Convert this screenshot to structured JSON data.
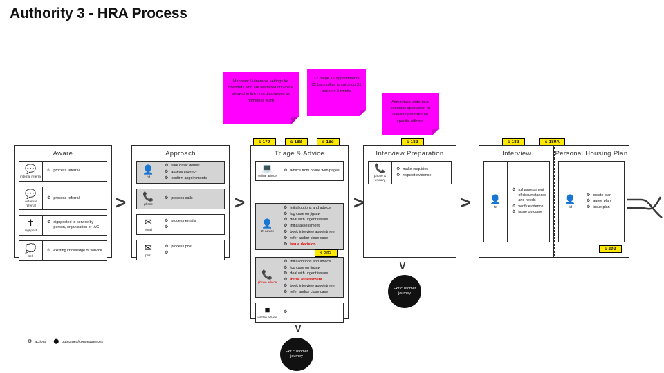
{
  "page": {
    "title": "Authority 3 - HRA Process"
  },
  "notes": [
    {
      "id": "mappa",
      "text": "Mappers: Vulnerable settings for offenders who are restricted on where allowed to live - not discharged by homeless team"
    },
    {
      "id": "triage-capacity",
      "text": "X2 triage X1 appointments X2 back office to catch up X1 admin + 3 weeks"
    },
    {
      "id": "admin",
      "text": "Admin task undertake compass application to alleviate pressure on specific officers"
    }
  ],
  "badges": [
    {
      "id": "s179",
      "label": "s 179"
    },
    {
      "id": "s188",
      "label": "s 188"
    },
    {
      "id": "s18d-triage",
      "label": "s 18d"
    },
    {
      "id": "s18d-prep",
      "label": "s 18d"
    },
    {
      "id": "s18d-interview",
      "label": "s 18d"
    },
    {
      "id": "s189a",
      "label": "s 189A"
    },
    {
      "id": "s202-triage",
      "label": "s 202"
    },
    {
      "id": "s202-php",
      "label": "s 202"
    }
  ],
  "stages": [
    {
      "id": "aware",
      "title": "Aware",
      "cards": [
        {
          "icon": "referral-icon",
          "caption": "internal referral",
          "shaded": false,
          "bullets": [
            {
              "text": "process referral",
              "red": false
            }
          ]
        },
        {
          "icon": "referral-icon",
          "caption": "external referral",
          "shaded": false,
          "bullets": [
            {
              "text": "process referral",
              "red": false
            }
          ]
        },
        {
          "icon": "signpost-icon",
          "caption": "signpost",
          "shaded": false,
          "bullets": [
            {
              "text": "signposted to service by person, organisation or IAG",
              "red": false
            }
          ]
        },
        {
          "icon": "self-icon",
          "caption": "self",
          "shaded": false,
          "bullets": [
            {
              "text": "existing knowledge of service",
              "red": false
            }
          ]
        }
      ]
    },
    {
      "id": "approach",
      "title": "Approach",
      "cards": [
        {
          "icon": "person-icon",
          "caption": "f2f",
          "shaded": true,
          "bullets": [
            {
              "text": "take basic details",
              "red": false
            },
            {
              "text": "assess urgency",
              "red": false
            },
            {
              "text": "confirm appointments",
              "red": false
            }
          ]
        },
        {
          "icon": "phone-icon",
          "caption": "phone",
          "shaded": true,
          "bullets": [
            {
              "text": "process calls",
              "red": false
            }
          ]
        },
        {
          "icon": "email-icon",
          "caption": "email",
          "shaded": false,
          "bullets": [
            {
              "text": "process emails",
              "red": false
            },
            {
              "text": "",
              "red": false
            }
          ]
        },
        {
          "icon": "post-icon",
          "caption": "post",
          "shaded": false,
          "bullets": [
            {
              "text": "process post",
              "red": false
            },
            {
              "text": "",
              "red": false
            }
          ]
        }
      ]
    },
    {
      "id": "triage-advice",
      "title": "Triage & Advice",
      "cards": [
        {
          "icon": "monitor-icon",
          "caption": "online advice",
          "shaded": false,
          "bullets": [
            {
              "text": "advice from online web pages",
              "red": false
            }
          ]
        },
        {
          "icon": "person-icon",
          "caption": "f2f advice",
          "shaded": true,
          "bullets": [
            {
              "text": "initial options and advice",
              "red": false
            },
            {
              "text": "log case on jigsaw",
              "red": false
            },
            {
              "text": "deal with urgent issues",
              "red": false
            },
            {
              "text": "initial assessment",
              "red": false
            },
            {
              "text": "book interview appointment",
              "red": false
            },
            {
              "text": "refer and/or close case",
              "red": false
            },
            {
              "text": "issue decision",
              "red": true
            }
          ]
        },
        {
          "icon": "phone-icon",
          "caption": "phone advice",
          "captionRed": true,
          "shaded": true,
          "bullets": [
            {
              "text": "initial options and advice",
              "red": false
            },
            {
              "text": "log case on jigsaw",
              "red": false
            },
            {
              "text": "deal with urgent issues",
              "red": false
            },
            {
              "text": "initial assessment",
              "red": true
            },
            {
              "text": "book interview appointment",
              "red": false
            },
            {
              "text": "refer and/or close case",
              "red": false
            }
          ]
        },
        {
          "icon": "letter-icon",
          "caption": "written advice",
          "shaded": false,
          "bullets": [
            {
              "text": "",
              "red": false
            }
          ]
        }
      ]
    },
    {
      "id": "interview-preparation",
      "title": "Interview Preparation",
      "cards": [
        {
          "icon": "phone-icon",
          "caption": "phone & enquiry",
          "shaded": false,
          "bullets": [
            {
              "text": "make enquiries",
              "red": false
            },
            {
              "text": "request evidence",
              "red": false
            }
          ]
        }
      ]
    },
    {
      "id": "interview",
      "title": "Interview",
      "cards": [
        {
          "icon": "person-icon",
          "caption": "f2f",
          "shaded": false,
          "bullets": [
            {
              "text": "full assessment of circumstances and needs",
              "red": false
            },
            {
              "text": "verify evidence",
              "red": false
            },
            {
              "text": "issue outcome",
              "red": false
            }
          ]
        }
      ]
    },
    {
      "id": "personal-housing-plan",
      "title": "Personal Housing Plan",
      "cards": [
        {
          "icon": "person-icon",
          "caption": "f2f",
          "shaded": false,
          "bullets": [
            {
              "text": "create plan",
              "red": false
            },
            {
              "text": "agree plan",
              "red": false
            },
            {
              "text": "issue plan",
              "red": false
            }
          ]
        }
      ]
    }
  ],
  "exits": [
    {
      "id": "exit-triage",
      "label": "Exit customer journey"
    },
    {
      "id": "exit-interview-prep",
      "label": "Exit customer journey"
    }
  ],
  "legend": [
    {
      "symbol": "gear",
      "label": "actions"
    },
    {
      "symbol": "blob",
      "label": "outcomes/consequences"
    }
  ],
  "flow_arrows": [
    ">",
    ">",
    ">",
    ">"
  ],
  "colors": {
    "sticky": "#ff00ff",
    "badge": "#ffe800",
    "alert": "#e00000",
    "shade": "#d4d4d4"
  }
}
